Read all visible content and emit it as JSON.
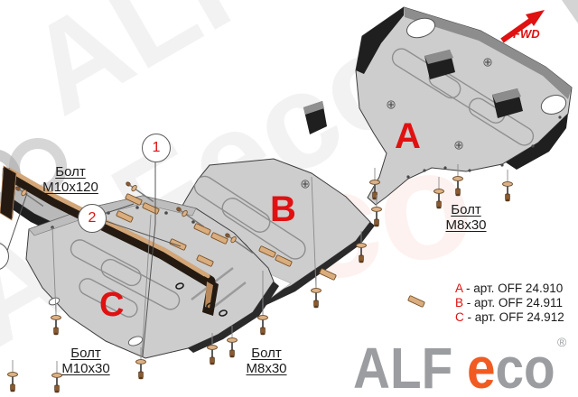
{
  "direction_arrow": {
    "label": "FWD",
    "color": "#e01111"
  },
  "callouts": {
    "c1": "1",
    "c2": "2"
  },
  "plate_letters": {
    "a": "A",
    "b": "B",
    "c": "C",
    "color": "#e01111"
  },
  "bolt_labels": {
    "m10x120": {
      "line1": "Болт",
      "line2": "М10х120"
    },
    "m8x30_right": {
      "line1": "Болт",
      "line2": "М8х30"
    },
    "m10x30": {
      "line1": "Болт",
      "line2": "М10х30"
    },
    "m8x30_bottom": {
      "line1": "Болт",
      "line2": "М8х30"
    }
  },
  "legend": {
    "items": [
      {
        "letter": "A",
        "text": "- арт. OFF 24.910"
      },
      {
        "letter": "B",
        "text": "- арт. OFF 24.911"
      },
      {
        "letter": "C",
        "text": "- арт. OFF 24.912"
      }
    ]
  },
  "logo": {
    "alf": "ALF",
    "e": "e",
    "co": "co",
    "registered": "®"
  },
  "watermark": {
    "text": "ALFeco",
    "text2": "eco"
  },
  "colors": {
    "plate": "#cdcdcd",
    "plate_dark": "#8d8d8d",
    "black_part": "#1f1f1f",
    "spacer": "#d9ad7e",
    "crossmember": "#241a11",
    "red": "#e01111",
    "logo_gray": "#9b9da0",
    "logo_orange": "#f15b22"
  }
}
